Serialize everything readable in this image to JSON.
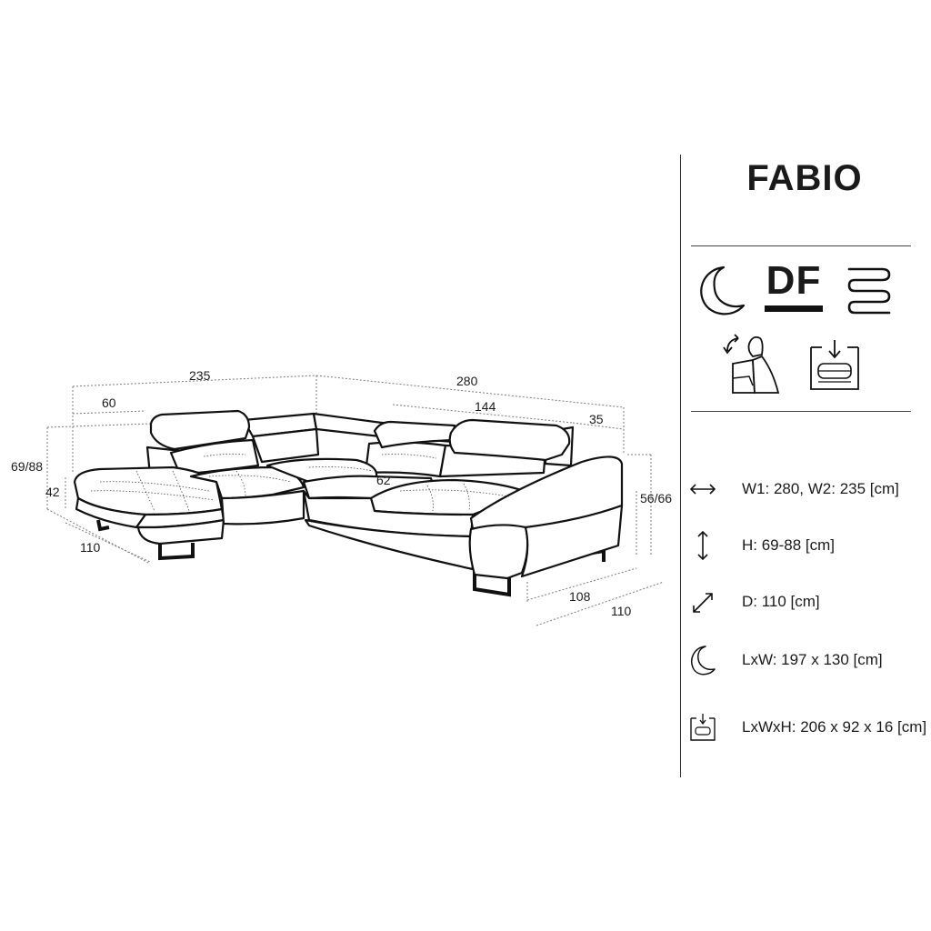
{
  "product": {
    "title": "FABIO"
  },
  "features": [
    {
      "icon": "moon-sleep-icon"
    },
    {
      "icon": "df-logo-icon",
      "text": "DF"
    },
    {
      "icon": "spring-icon"
    },
    {
      "icon": "adjustable-headrest-icon"
    },
    {
      "icon": "storage-box-icon"
    }
  ],
  "dimensions": {
    "top_left_total": "235",
    "top_left_inner": "60",
    "top_right_total": "280",
    "top_right_inner": "144",
    "top_right_end": "35",
    "left_height": "69/88",
    "left_seat_height": "42",
    "left_depth": "110",
    "center_depth": "62",
    "right_height": "56/66",
    "bottom_depth_inner": "108",
    "bottom_depth_outer": "110"
  },
  "specs": [
    {
      "icon": "width-arrow-icon",
      "text": "W1: 280, W2: 235 [cm]"
    },
    {
      "icon": "height-arrow-icon",
      "text": "H: 69-88 [cm]"
    },
    {
      "icon": "depth-arrow-icon",
      "text": "D: 110 [cm]"
    },
    {
      "icon": "sleeping-area-icon",
      "text": "LxW: 197 x 130 [cm]"
    },
    {
      "icon": "storage-icon",
      "text": "LxWxH: 206 x 92 x 16 [cm]"
    }
  ]
}
